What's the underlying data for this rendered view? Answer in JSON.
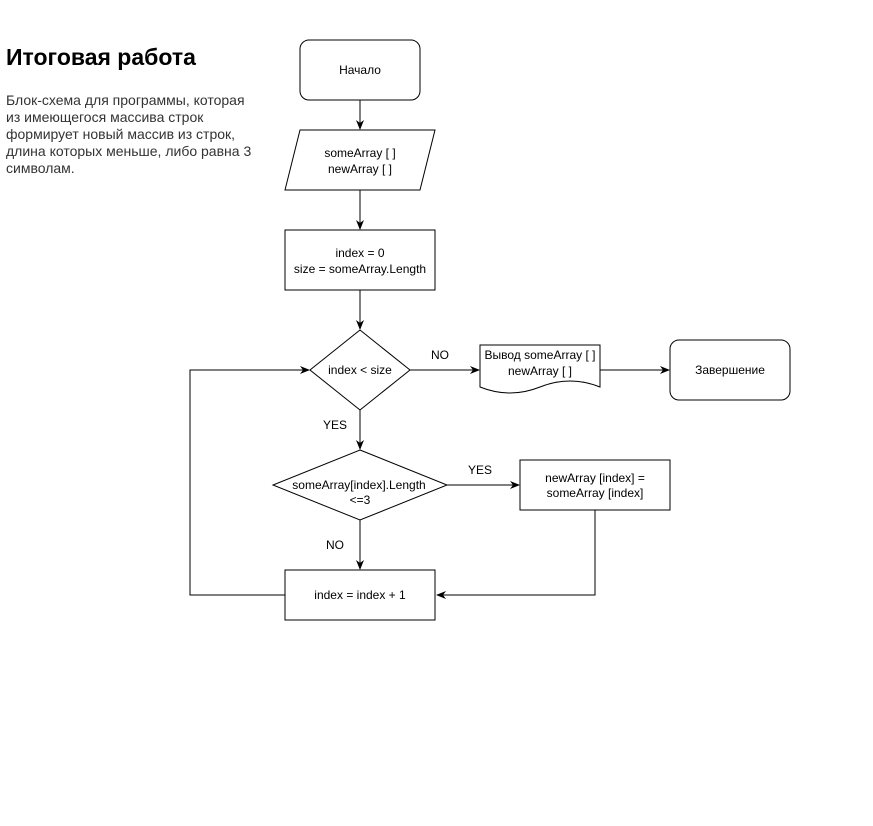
{
  "header": {
    "title": "Итоговая работа",
    "description": "Блок-схема для программы, которая из имеющегося массива строк формирует новый массив из строк, длина которых меньше, либо равна 3 символам."
  },
  "flowchart": {
    "start": "Начало",
    "input": [
      "someArray [ ]",
      "newArray [ ]"
    ],
    "init": [
      "index = 0",
      "size = someArray.Length"
    ],
    "loop_condition": "index < size",
    "output": [
      "Вывод someArray [ ]",
      "newArray [ ]"
    ],
    "end": "Завершение",
    "length_condition": [
      "someArray[index].Length",
      "<=3"
    ],
    "assign": [
      "newArray [index] =",
      "someArray [index]"
    ],
    "increment": "index = index + 1",
    "edge_labels": {
      "loop_no": "NO",
      "loop_yes": "YES",
      "length_yes": "YES",
      "length_no": "NO"
    }
  }
}
